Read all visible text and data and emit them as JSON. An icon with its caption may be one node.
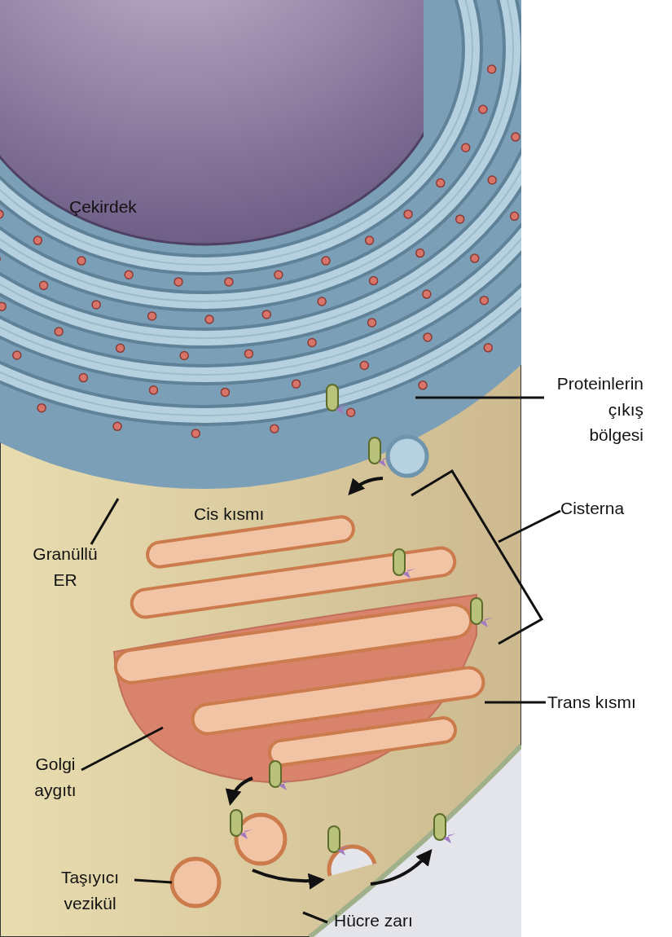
{
  "diagram": {
    "nodes": [
      {
        "text": [
          "Çekirdek"
        ]
      },
      {
        "text": [
          "Proteinlerin çıkış bölgesi"
        ]
      },
      {
        "text": [
          "Cisterna"
        ]
      },
      {
        "text": [
          "Trans kısmı"
        ]
      },
      {
        "text": [
          "Golgi aygıtı"
        ]
      },
      {
        "text": [
          "Taşıyıcı vezikül"
        ]
      },
      {
        "text": [
          "Hücre zarı"
        ]
      },
      {
        "text": [
          "Granüllü ER"
        ]
      },
      {
        "text": [],
        "shape": "circle"
      },
      {
        "text": [],
        "shape": "circle"
      }
    ],
    "edges": [
      {
        "from": 1,
        "to": null,
        "arrow": "none"
      },
      {
        "from": 2,
        "to": null,
        "arrow": "none"
      },
      {
        "from": 3,
        "to": null,
        "arrow": "none"
      },
      {
        "from": 4,
        "to": null,
        "arrow": "none"
      },
      {
        "from": 5,
        "to": 8,
        "arrow": "none"
      },
      {
        "from": 6,
        "to": null,
        "arrow": "none"
      },
      {
        "from": 7,
        "to": null,
        "arrow": "none"
      }
    ],
    "labels": [
      "Cis kısmı"
    ]
  }
}
